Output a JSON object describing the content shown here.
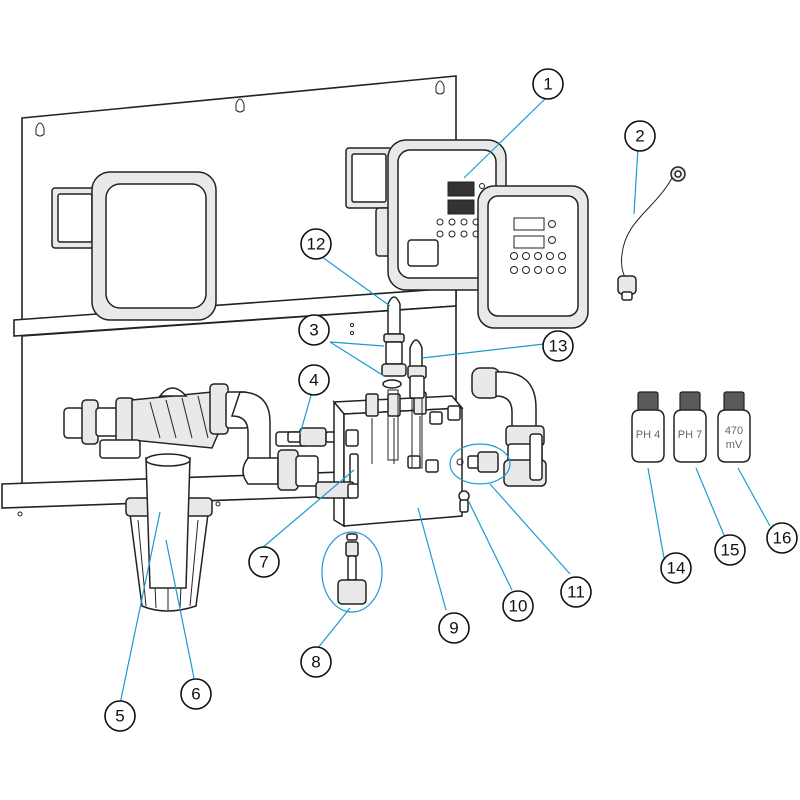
{
  "callouts": [
    {
      "label": "1"
    },
    {
      "label": "2"
    },
    {
      "label": "3"
    },
    {
      "label": "4"
    },
    {
      "label": "5"
    },
    {
      "label": "6"
    },
    {
      "label": "7"
    },
    {
      "label": "8"
    },
    {
      "label": "9"
    },
    {
      "label": "10"
    },
    {
      "label": "11"
    },
    {
      "label": "12"
    },
    {
      "label": "13"
    },
    {
      "label": "14"
    },
    {
      "label": "15"
    },
    {
      "label": "16"
    }
  ],
  "bottles": [
    {
      "line1": "PH 4",
      "line2": ""
    },
    {
      "line1": "PH 7",
      "line2": ""
    },
    {
      "line1": "470",
      "line2": "mV"
    }
  ],
  "colors": {
    "leader": "#1b9bd1",
    "outline": "#222222"
  }
}
